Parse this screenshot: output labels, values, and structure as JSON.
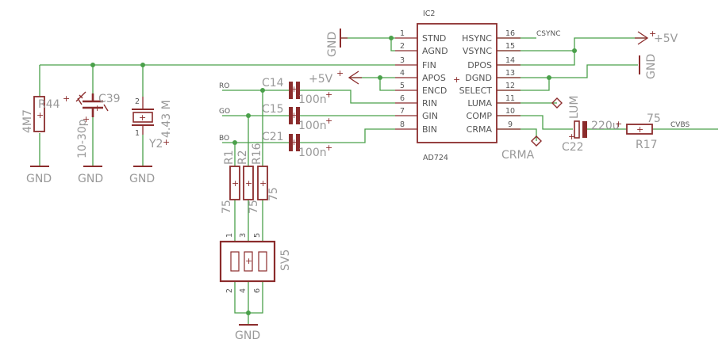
{
  "ic": {
    "name": "IC2",
    "part": "AD724",
    "left_pins": [
      {
        "num": "1",
        "name": "STND"
      },
      {
        "num": "2",
        "name": "AGND"
      },
      {
        "num": "3",
        "name": "FIN"
      },
      {
        "num": "4",
        "name": "APOS"
      },
      {
        "num": "5",
        "name": "ENCD"
      },
      {
        "num": "6",
        "name": "RIN"
      },
      {
        "num": "7",
        "name": "GIN"
      },
      {
        "num": "8",
        "name": "BIN"
      }
    ],
    "right_pins": [
      {
        "num": "16",
        "name": "HSYNC"
      },
      {
        "num": "15",
        "name": "VSYNC"
      },
      {
        "num": "14",
        "name": "DPOS"
      },
      {
        "num": "13",
        "name": "DGND"
      },
      {
        "num": "12",
        "name": "SELECT"
      },
      {
        "num": "11",
        "name": "LUMA"
      },
      {
        "num": "10",
        "name": "COMP"
      },
      {
        "num": "9",
        "name": "CRMA"
      }
    ]
  },
  "nets": {
    "csync": "CSYNC",
    "cvbs": "CVBS",
    "ro": "RO",
    "go": "GO",
    "bo": "BO",
    "plus5v_a": "+5V",
    "plus5v_b": "+5V",
    "gnd_top": "GND",
    "gnd_right": "GND",
    "gnd_r44": "GND",
    "gnd_c39": "GND",
    "gnd_y2": "GND",
    "gnd_sv5": "GND",
    "crma": "CRMA",
    "luma": "LUM"
  },
  "parts": {
    "r44": {
      "name": "R44",
      "value": "4M7"
    },
    "c39": {
      "name": "C39",
      "value": "10-30p"
    },
    "y2": {
      "name": "Y2",
      "value": "4.43 M"
    },
    "c14": {
      "name": "C14",
      "value": "100n"
    },
    "c15": {
      "name": "C15",
      "value": "100n"
    },
    "c21": {
      "name": "C21",
      "value": "100n"
    },
    "r1": {
      "name": "R1",
      "value": "75"
    },
    "r2": {
      "name": "R2",
      "value": "75"
    },
    "r16": {
      "name": "R16",
      "value": "75"
    },
    "c22": {
      "name": "C22",
      "value": "220u"
    },
    "r17": {
      "name": "R17",
      "value": "75"
    },
    "sv5": {
      "name": "SV5"
    }
  },
  "sv5_pins_top": [
    "1",
    "3",
    "5"
  ],
  "sv5_pins_bottom": [
    "2",
    "4",
    "6"
  ]
}
